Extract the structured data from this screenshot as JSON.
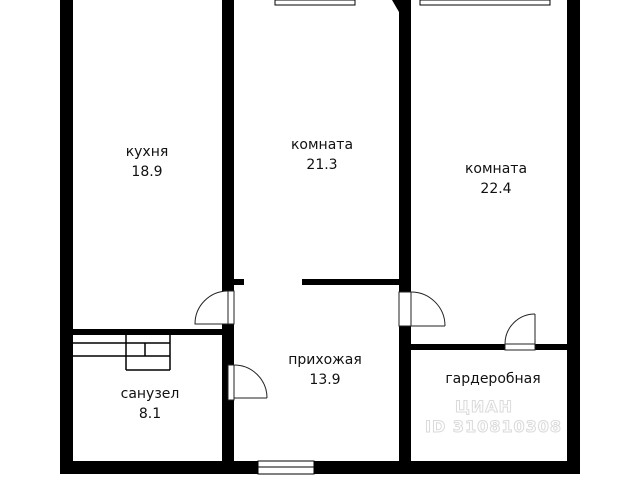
{
  "rooms": {
    "kitchen": {
      "name": "кухня",
      "area": "18.9"
    },
    "room1": {
      "name": "комната",
      "area": "21.3"
    },
    "room2": {
      "name": "комната",
      "area": "22.4"
    },
    "hallway": {
      "name": "прихожая",
      "area": "13.9"
    },
    "bathroom": {
      "name": "санузел",
      "area": "8.1"
    },
    "wardrobe": {
      "name": "гардеробная"
    }
  },
  "watermark": {
    "top": "ЦИАН",
    "bottom": "ID 310810308"
  },
  "colors": {
    "wall": "#000000",
    "background": "#ffffff",
    "door": "#222222",
    "watermark": "#d6d6d6"
  }
}
